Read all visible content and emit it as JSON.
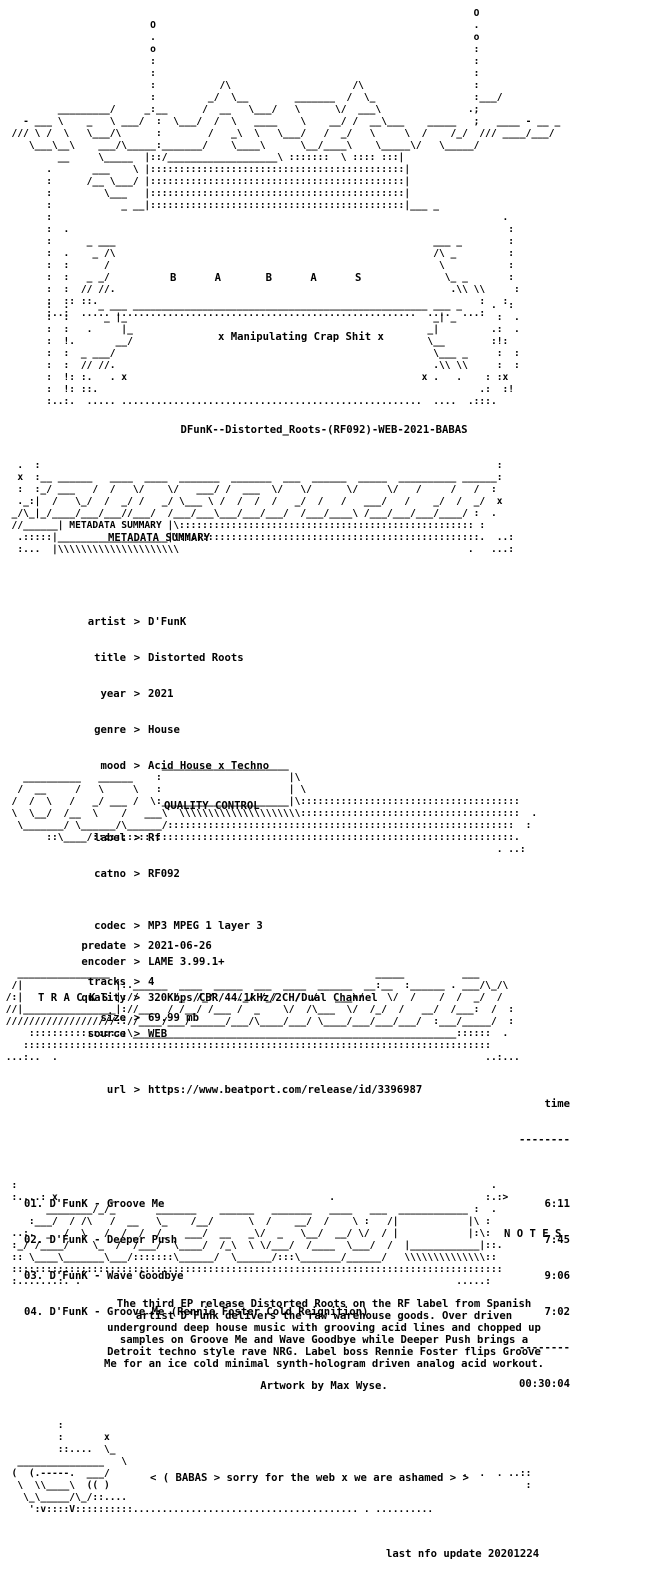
{
  "header": {
    "group_letters": "B      A       B      A      S",
    "tagline": "x Manipulating Crap Shit x",
    "release_name": "DFunK--Distorted_Roots-(RF092)-WEB-2021-BABAS"
  },
  "metadata": {
    "section_label": "METADATA SUMMARY",
    "fields": [
      {
        "key": "artist",
        "value": "D'FunK"
      },
      {
        "key": "title",
        "value": "Distorted Roots"
      },
      {
        "key": "year",
        "value": "2021"
      },
      {
        "key": "genre",
        "value": "House"
      },
      {
        "key": "mood",
        "value": "Acid House x Techno"
      },
      {
        "key": "label",
        "value": "Rf"
      },
      {
        "key": "catno",
        "value": "RF092"
      },
      {
        "key": "predate",
        "value": "2021-06-26"
      },
      {
        "key": "tracks",
        "value": "4"
      },
      {
        "key": "size",
        "value": "69.99 mb"
      },
      {
        "key": "url",
        "value": "https://www.beatport.com/release/id/3396987"
      }
    ],
    "separator": ">"
  },
  "quality": {
    "section_label": "QUALITY CONTROL",
    "fields": [
      {
        "key": "codec",
        "value": "MP3 MPEG 1 layer 3"
      },
      {
        "key": "encoder",
        "value": "LAME 3.99.1+"
      },
      {
        "key": "quality",
        "value": "320Kbps/CBR/44.1kHz/2CH/Dual Channel"
      },
      {
        "key": "source",
        "value": "WEB"
      }
    ]
  },
  "tracks": {
    "section_label": "T R A C K S",
    "time_header": "time",
    "rule": "--------",
    "items": [
      {
        "num": "01.",
        "name": "D'FunK - Groove Me",
        "time": "6:11"
      },
      {
        "num": "02.",
        "name": "D'FunK - Deeper Push",
        "time": "7:45"
      },
      {
        "num": "03.",
        "name": "D'FunK - Wave Goodbye",
        "time": "9:06"
      },
      {
        "num": "04.",
        "name": "D'FunK - Groove Me (Rennie Foster Cold Reignition)",
        "time": "7:02"
      }
    ],
    "total": "00:30:04"
  },
  "notes": {
    "section_label": "N O T E S",
    "lines": [
      "The third EP release Distorted Roots on the RF label from Spanish",
      "artist D'Funk delivers the raw warehouse goods. Over driven",
      "underground deep house music with grooving acid lines and chopped up",
      "samples on Groove Me and Wave Goodbye while Deeper Push brings a",
      "Detroit techno style rave NRG. Label boss Rennie Foster flips Groove",
      "Me for an ice cold minimal synth-hologram driven analog acid workout."
    ],
    "credit": "Artwork by Max Wyse."
  },
  "footer": {
    "message": "< ( BABAS > sorry for the web x we are ashamed > >",
    "update": "last nfo update 20201224"
  }
}
